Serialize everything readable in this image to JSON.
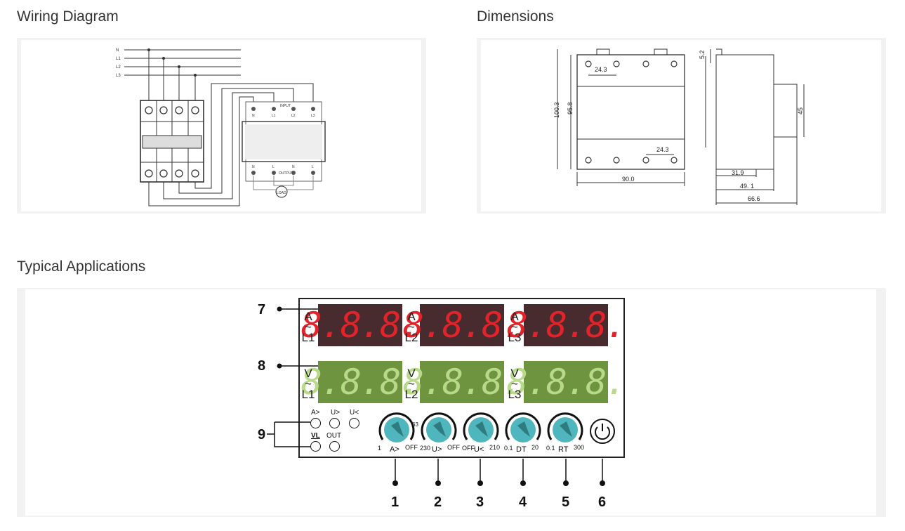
{
  "sections": {
    "wiring": "Wiring Diagram",
    "dimensions": "Dimensions",
    "applications": "Typical Applications"
  },
  "wiring": {
    "lines": [
      "N",
      "L1",
      "L2",
      "L3"
    ],
    "input_label": "INPUT",
    "output_label": "OUTPUT",
    "input_terminals": [
      "N",
      "L1",
      "L2",
      "L3"
    ],
    "output_terminals": [
      "N",
      "L",
      "N",
      "L"
    ],
    "load": "LOAD"
  },
  "dimensions": {
    "width_top": "24.3",
    "width_bottom": "24.3",
    "total_height": "100.3",
    "body_height": "95.8",
    "width": "90.0",
    "top_offset": "5.2",
    "depth1": "31.9",
    "depth2": "49. 1",
    "depth3": "66.6",
    "rail_height": "45"
  },
  "panel": {
    "current_rows": [
      {
        "unit": "A",
        "tilde": "~",
        "phase": "L1",
        "value": "8.8.8."
      },
      {
        "unit": "A",
        "tilde": "~",
        "phase": "L2",
        "value": "8.8.8."
      },
      {
        "unit": "A",
        "tilde": "~",
        "phase": "L3",
        "value": "8.8.8."
      }
    ],
    "voltage_rows": [
      {
        "unit": "V",
        "tilde": "~",
        "phase": "L1",
        "value": "8.8.8."
      },
      {
        "unit": "V",
        "tilde": "~",
        "phase": "L2",
        "value": "8.8.8."
      },
      {
        "unit": "V",
        "tilde": "~",
        "phase": "L3",
        "value": "8.8.8."
      }
    ],
    "leds": [
      "A>",
      "U>",
      "U<",
      "VL",
      "OUT"
    ],
    "knobs": [
      {
        "min": "1",
        "name": "A>",
        "max": "OFF",
        "extra": "63"
      },
      {
        "min": "230",
        "name": "U>",
        "max": "OFF"
      },
      {
        "min": "OFF",
        "name": "U<",
        "max": "210"
      },
      {
        "min": "0.1",
        "name": "DT",
        "max": "20"
      },
      {
        "min": "0.1",
        "name": "RT",
        "max": "300"
      }
    ],
    "callouts": [
      "1",
      "2",
      "3",
      "4",
      "5",
      "6",
      "7",
      "8",
      "9"
    ],
    "colors": {
      "red_display": "#472b2e",
      "red_digit": "#e3232a",
      "green_display": "#6f9440",
      "green_digit": "#b9d98a",
      "knob": "#4fb6bd"
    }
  }
}
